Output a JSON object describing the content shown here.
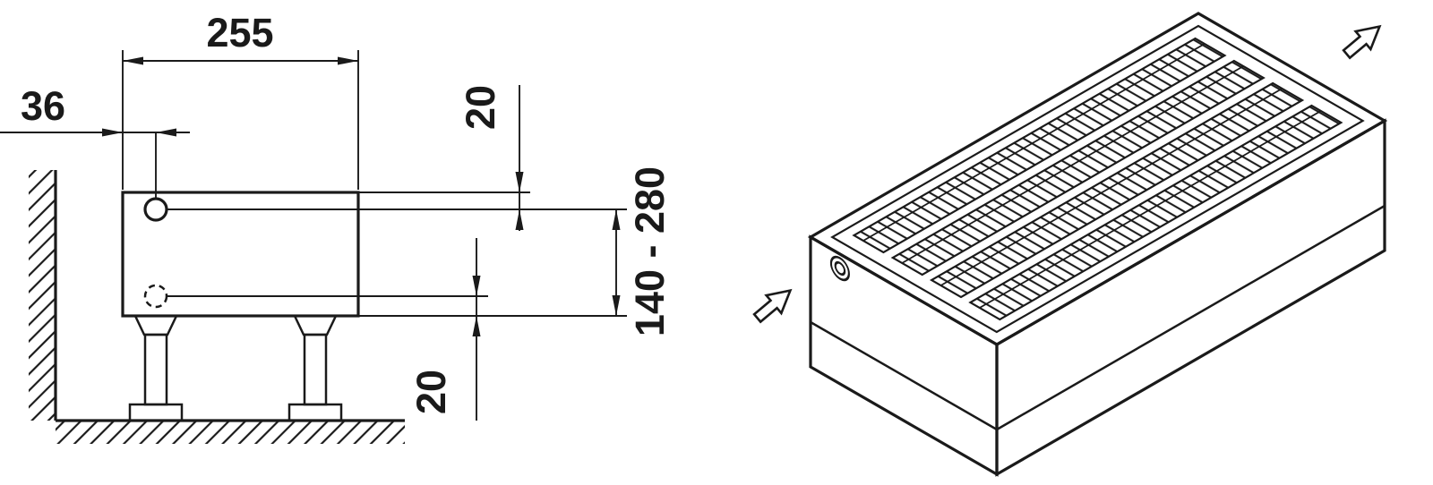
{
  "diagram": {
    "type": "radiator-technical-drawing",
    "background": "#ffffff",
    "line_color": "#1a1a1a",
    "side_view": {
      "dimensions": {
        "width": "255",
        "pipe_offset": "36",
        "pipe_to_top": "20",
        "height_range": "140 - 280",
        "pipe_to_bottom": "20"
      },
      "features": {
        "top_connection_icon": "pipe-connection-circle",
        "bottom_connection_icon": "hidden-pipe-connection-dashed-circle",
        "wall_icon": "hatched-wall-section",
        "floor_icon": "hatched-floor-section",
        "feet_count": 2
      }
    },
    "isometric_view": {
      "grille_rows": 4,
      "pipe_connection_icon": "side-pipe-connection",
      "flow_arrow_icon": "outline-arrow-up-right",
      "flow_arrow_count": 2
    }
  }
}
